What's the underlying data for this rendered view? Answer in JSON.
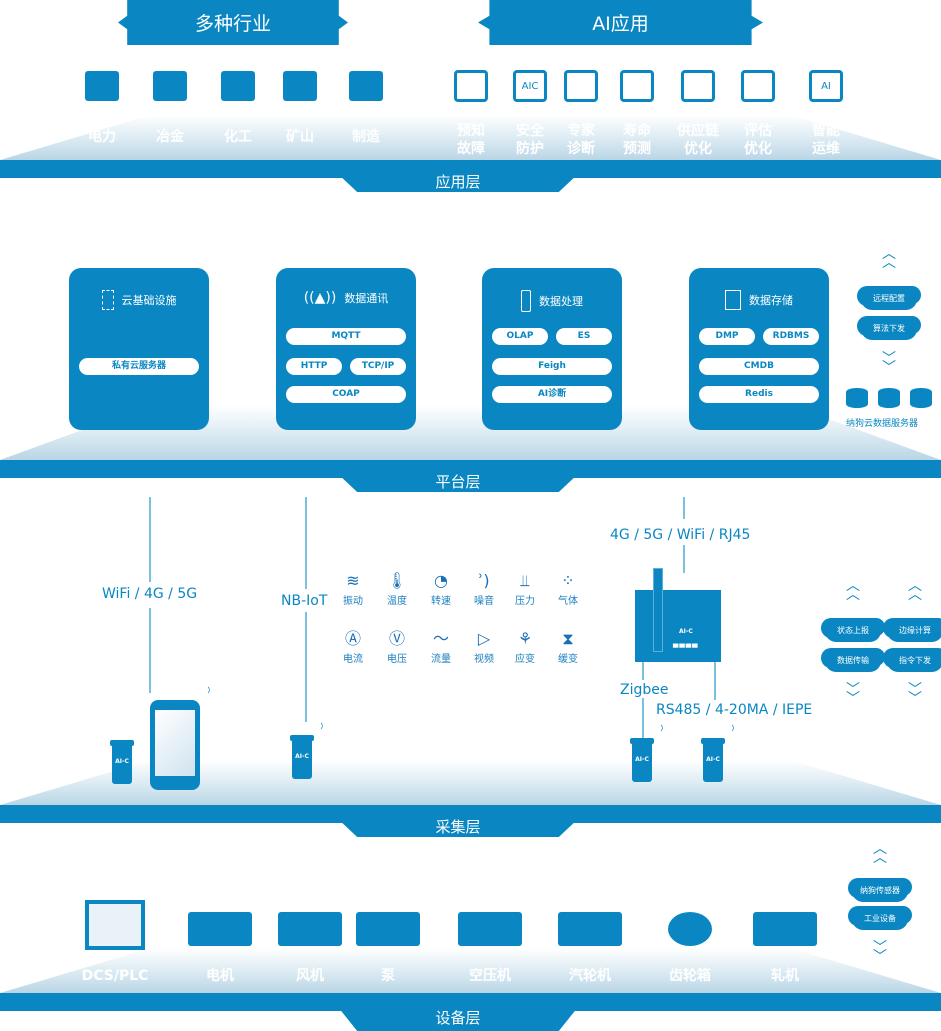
{
  "banners": {
    "industries": "多种行业",
    "ai": "AI应用"
  },
  "layers": {
    "app": "应用层",
    "platform": "平台层",
    "collect": "采集层",
    "device": "设备层"
  },
  "industries": [
    {
      "label": "电力",
      "icon": "battery-icon"
    },
    {
      "label": "冶金",
      "icon": "pipes-icon"
    },
    {
      "label": "化工",
      "icon": "flask-icon"
    },
    {
      "label": "矿山",
      "icon": "pickaxe-icon"
    },
    {
      "label": "制造",
      "icon": "factory-icon"
    }
  ],
  "ai_apps": [
    {
      "l1": "预知",
      "l2": "故障",
      "icon": "warning-icon"
    },
    {
      "l1": "安全",
      "l2": "防护",
      "icon": "shield-icon",
      "glyph": "AIC"
    },
    {
      "l1": "专家",
      "l2": "诊断",
      "icon": "stethoscope-icon"
    },
    {
      "l1": "寿命",
      "l2": "预测",
      "icon": "heart-icon"
    },
    {
      "l1": "供应链",
      "l2": "优化",
      "icon": "supply-chain-icon"
    },
    {
      "l1": "评估",
      "l2": "优化",
      "icon": "chart-icon"
    },
    {
      "l1": "智能",
      "l2": "运维",
      "icon": "cat-ai-icon",
      "glyph": "AI"
    }
  ],
  "cards": [
    {
      "title": "云基础设施",
      "pills": [
        "私有云服务器"
      ]
    },
    {
      "title": "数据通讯",
      "pills": [
        "MQTT",
        "HTTP",
        "TCP/IP",
        "COAP"
      ]
    },
    {
      "title": "数据处理",
      "pills": [
        "OLAP",
        "ES",
        "Feigh",
        "AI诊断"
      ]
    },
    {
      "title": "数据存储",
      "pills": [
        "DMP",
        "RDBMS",
        "CMDB",
        "Redis"
      ]
    }
  ],
  "platform_side": {
    "clouds": [
      "远程配置",
      "算法下发"
    ],
    "servers_label": "纳狗云数据服务器"
  },
  "links": {
    "wifi": "WiFi / 4G / 5G",
    "nbiot": "NB-IoT",
    "gateway_up": "4G / 5G / WiFi /  RJ45",
    "zigbee": "Zigbee",
    "rs485": "RS485 / 4-20MA / IEPE"
  },
  "sensor_label": "AI-C",
  "gateway_label": "AI-C",
  "sensors": [
    {
      "label": "振动",
      "g": "≋"
    },
    {
      "label": "温度",
      "g": "🌡"
    },
    {
      "label": "转速",
      "g": "◔"
    },
    {
      "label": "噪音",
      "g": "ʾ)"
    },
    {
      "label": "压力",
      "g": "⫫"
    },
    {
      "label": "气体",
      "g": "⁘"
    },
    {
      "label": "电流",
      "g": "Ⓐ"
    },
    {
      "label": "电压",
      "g": "Ⓥ"
    },
    {
      "label": "流量",
      "g": "〜"
    },
    {
      "label": "视频",
      "g": "▷"
    },
    {
      "label": "应变",
      "g": "⚘"
    },
    {
      "label": "缓变",
      "g": "⧗"
    }
  ],
  "collect_side": {
    "left": [
      "状态上报",
      "数据传输"
    ],
    "right": [
      "边缘计算",
      "指令下发"
    ]
  },
  "devices": [
    "DCS/PLC",
    "电机",
    "风机",
    "泵",
    "空压机",
    "汽轮机",
    "齿轮箱",
    "轧机"
  ],
  "device_side": [
    "纳狗传感器",
    "工业设备"
  ],
  "colors": {
    "primary": "#0a87c2"
  }
}
